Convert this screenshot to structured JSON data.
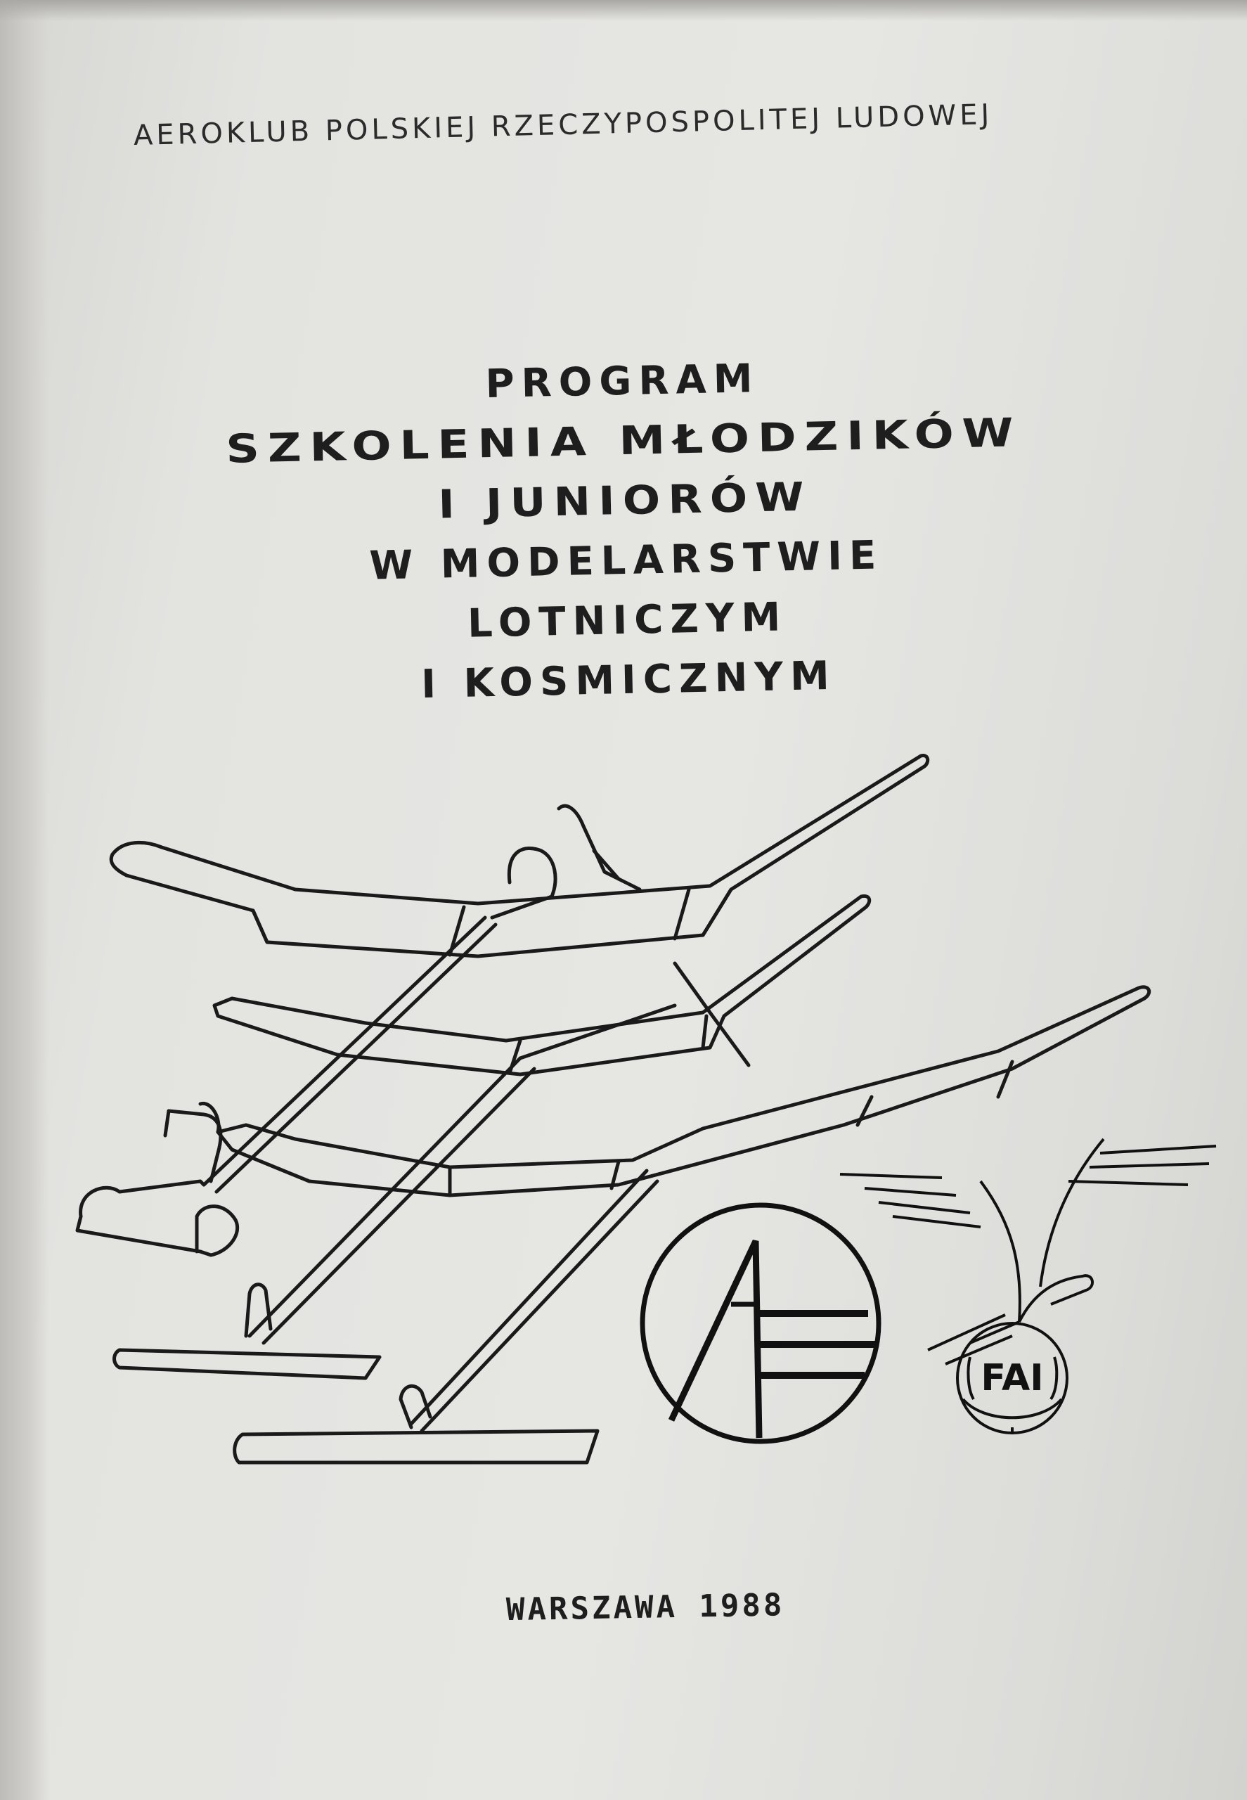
{
  "cover": {
    "publisher": "AEROKLUB POLSKIEJ RZECZYPOSPOLITEJ LUDOWEJ",
    "title_lines": [
      "PROGRAM",
      "SZKOLENIA MŁODZIKÓW",
      "I JUNIORÓW",
      "W MODELARSTWIE",
      "LOTNICZYM",
      "I KOSMICZNYM"
    ],
    "fai_badge": "FAI",
    "footer": "WARSZAWA 1988"
  },
  "colors": {
    "paper": "#e3e3e0",
    "ink": "#1e1e1e"
  },
  "icons": [
    "aeroklub-emblem-icon",
    "fai-eagle-globe-icon",
    "model-aircraft-illustration"
  ]
}
